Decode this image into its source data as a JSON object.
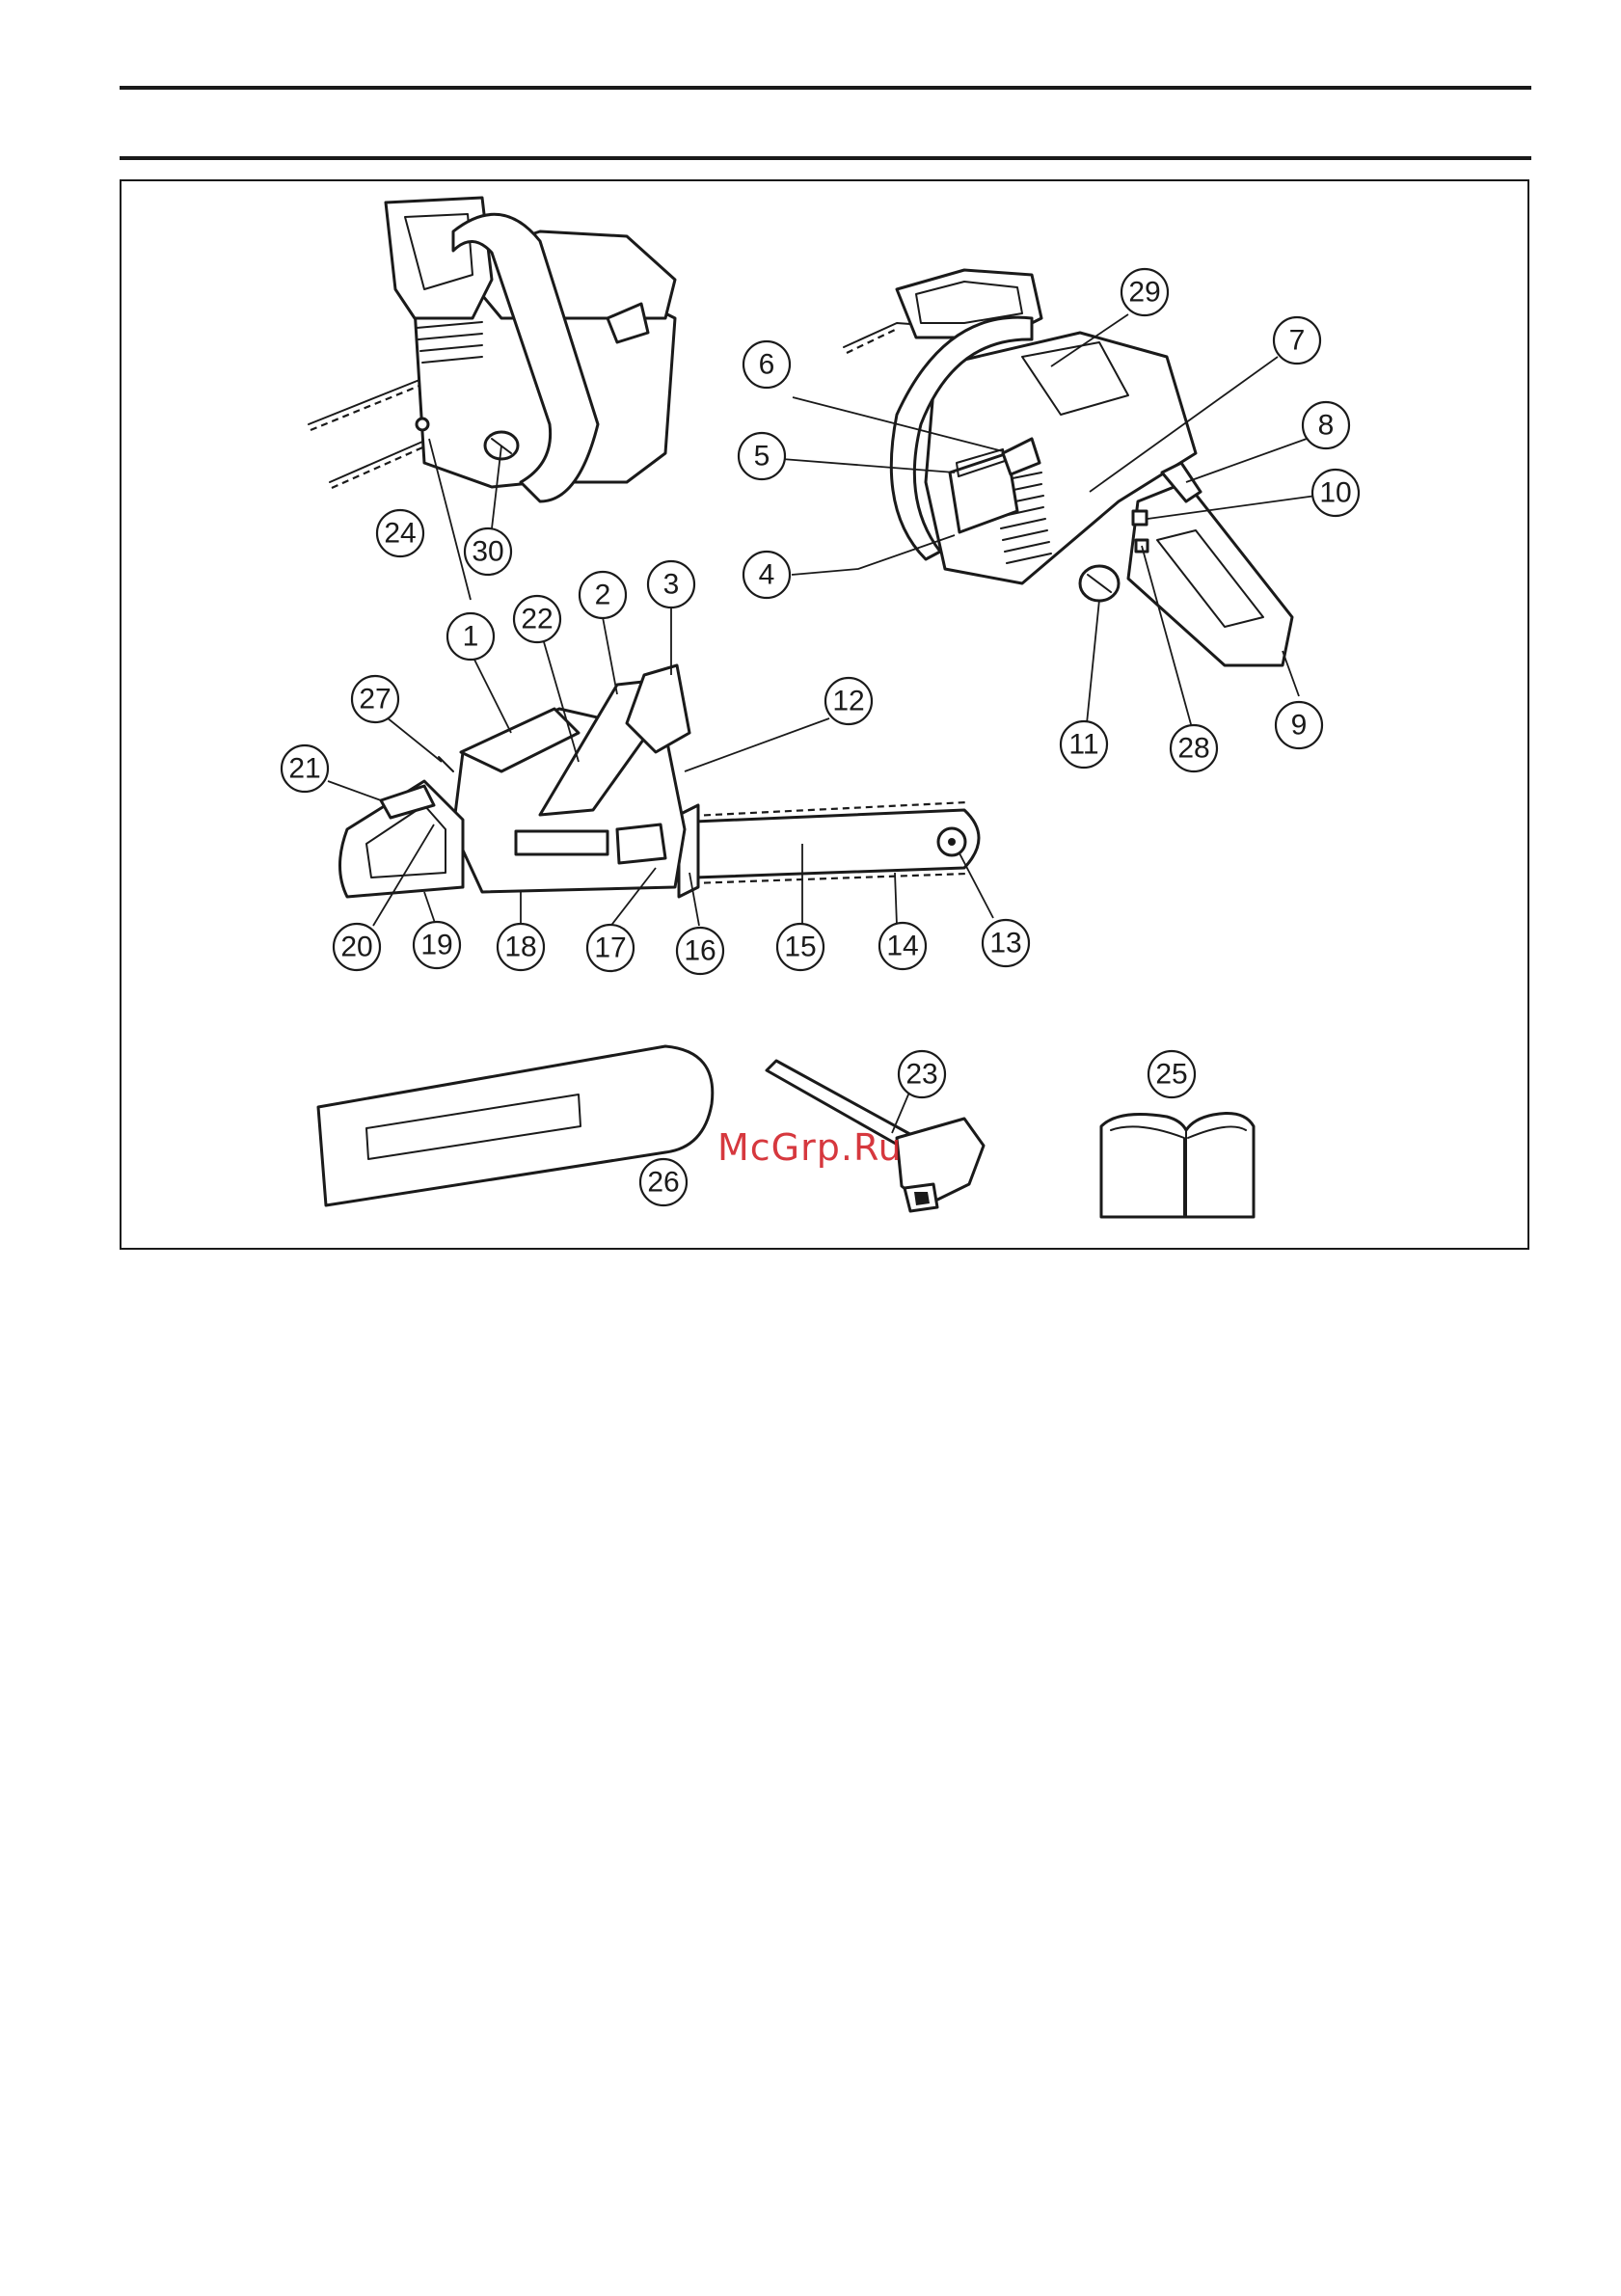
{
  "watermark": {
    "text": "McGrp.Ru",
    "color": "#d2232a"
  },
  "callouts": [
    {
      "id": "1",
      "label": "1"
    },
    {
      "id": "2",
      "label": "2"
    },
    {
      "id": "3",
      "label": "3"
    },
    {
      "id": "4",
      "label": "4"
    },
    {
      "id": "5",
      "label": "5"
    },
    {
      "id": "6",
      "label": "6"
    },
    {
      "id": "7",
      "label": "7"
    },
    {
      "id": "8",
      "label": "8"
    },
    {
      "id": "9",
      "label": "9"
    },
    {
      "id": "10",
      "label": "10"
    },
    {
      "id": "11",
      "label": "11"
    },
    {
      "id": "12",
      "label": "12"
    },
    {
      "id": "13",
      "label": "13"
    },
    {
      "id": "14",
      "label": "14"
    },
    {
      "id": "15",
      "label": "15"
    },
    {
      "id": "16",
      "label": "16"
    },
    {
      "id": "17",
      "label": "17"
    },
    {
      "id": "18",
      "label": "18"
    },
    {
      "id": "19",
      "label": "19"
    },
    {
      "id": "20",
      "label": "20"
    },
    {
      "id": "21",
      "label": "21"
    },
    {
      "id": "22",
      "label": "22"
    },
    {
      "id": "23",
      "label": "23"
    },
    {
      "id": "24",
      "label": "24"
    },
    {
      "id": "25",
      "label": "25"
    },
    {
      "id": "26",
      "label": "26"
    },
    {
      "id": "27",
      "label": "27"
    },
    {
      "id": "28",
      "label": "28"
    },
    {
      "id": "29",
      "label": "29"
    },
    {
      "id": "30",
      "label": "30"
    }
  ]
}
